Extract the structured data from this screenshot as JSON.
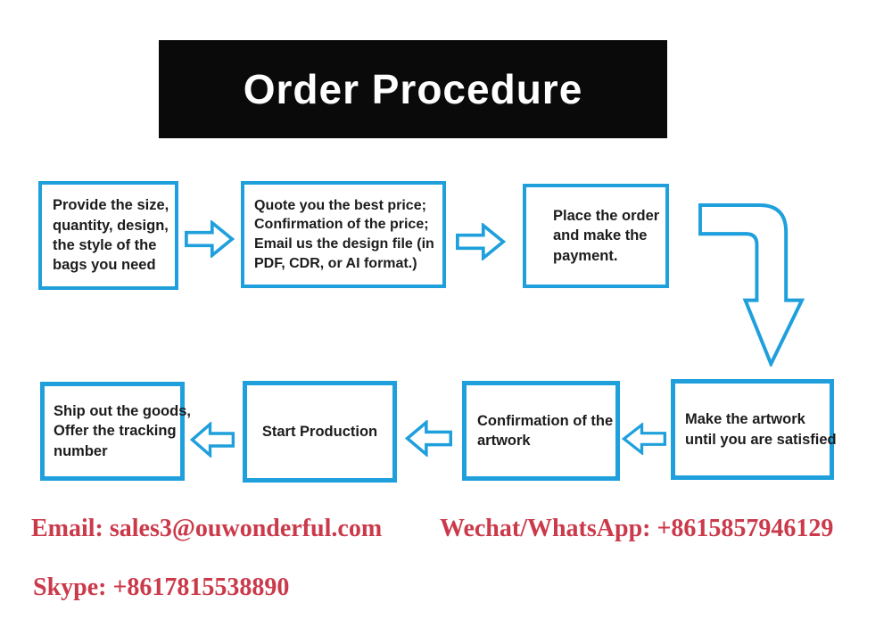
{
  "header": {
    "title": "Order Procedure"
  },
  "colors": {
    "accent_blue": "#1fa0dc",
    "contact_red": "#cb3a4b",
    "banner_bg": "#0a0a0a",
    "banner_fg": "#ffffff",
    "box_text": "#1c1c1c"
  },
  "steps": [
    {
      "id": "provide-details",
      "label": "Provide the size,\nquantity, design,\nthe style of the\nbags you need"
    },
    {
      "id": "quote-price",
      "label": "Quote you the best price;\nConfirmation of the price;\nEmail us the design file (in\nPDF, CDR, or AI format.)"
    },
    {
      "id": "place-order",
      "label": "Place the order\nand make the\npayment."
    },
    {
      "id": "make-artwork",
      "label": "Make the artwork\nuntil you are satisfied"
    },
    {
      "id": "confirm-artwork",
      "label": "Confirmation of the\nartwork"
    },
    {
      "id": "start-production",
      "label": "Start Production"
    },
    {
      "id": "ship-goods",
      "label": "Ship out the goods,\nOffer the tracking\nnumber"
    }
  ],
  "icons": [
    "arrow-right-icon",
    "arrow-left-icon",
    "curved-down-arrow-icon"
  ],
  "contacts": {
    "email": "Email: sales3@ouwonderful.com",
    "wechat": "Wechat/WhatsApp: +8615857946129",
    "skype": "Skype: +8617815538890"
  }
}
